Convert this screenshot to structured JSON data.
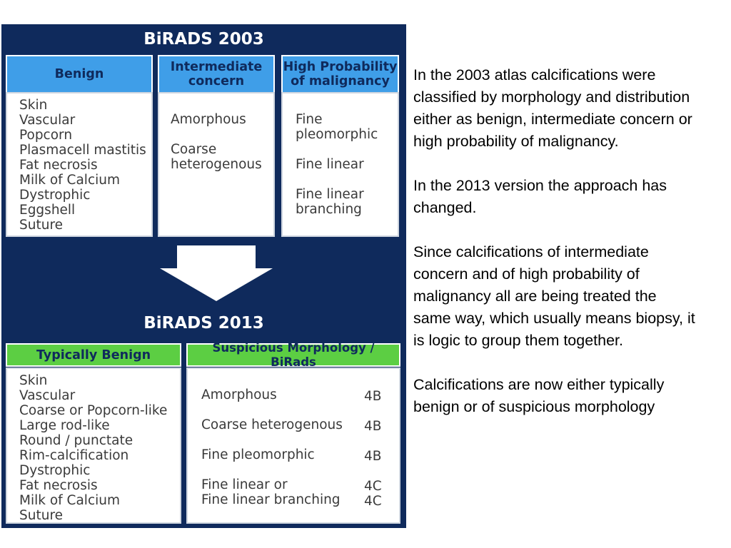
{
  "figure": {
    "title_2003": "BiRADS 2003",
    "title_2013": "BiRADS 2013",
    "colors": {
      "background": "#0f2a5c",
      "header_2003": "#3f9ee8",
      "header_2013": "#5cce43",
      "arrow": "#ffffff"
    },
    "columns_2003": [
      {
        "header_lines": [
          "Benign"
        ],
        "items": [
          [
            "Skin"
          ],
          [
            "Vascular"
          ],
          [
            "Popcorn"
          ],
          [
            "Plasmacell mastitis"
          ],
          [
            "Fat necrosis"
          ],
          [
            "Milk of Calcium"
          ],
          [
            "Dystrophic"
          ],
          [
            "Eggshell"
          ],
          [
            "Suture"
          ]
        ]
      },
      {
        "header_lines": [
          "Intermediate",
          "concern"
        ],
        "items": [
          [
            "Amorphous"
          ],
          [
            "Coarse",
            "heterogenous"
          ]
        ]
      },
      {
        "header_lines": [
          "High Probability",
          "of malignancy"
        ],
        "items": [
          [
            "Fine",
            "pleomorphic"
          ],
          [
            "Fine linear"
          ],
          [
            "Fine linear",
            "branching"
          ]
        ]
      }
    ],
    "columns_2013": [
      {
        "header": "Typically Benign",
        "items": [
          "Skin",
          "Vascular",
          "Coarse or Popcorn-like",
          "Large rod-like",
          "Round / punctate",
          "Rim-calcification",
          "Dystrophic",
          "Fat necrosis",
          "Milk of Calcium",
          "Suture"
        ]
      },
      {
        "header": "Suspicious Morphology / BiRads",
        "rows": [
          {
            "name_lines": [
              "Amorphous"
            ],
            "category_lines": [
              "4B"
            ]
          },
          {
            "name_lines": [
              "Coarse heterogenous"
            ],
            "category_lines": [
              "4B"
            ]
          },
          {
            "name_lines": [
              "Fine pleomorphic"
            ],
            "category_lines": [
              "4B"
            ]
          },
          {
            "name_lines": [
              "Fine linear or",
              "Fine linear branching"
            ],
            "category_lines": [
              "4C",
              "4C"
            ]
          }
        ]
      }
    ]
  },
  "text_panel": {
    "paragraphs": [
      [
        "In the 2003 atlas calcifications were",
        "classified by morphology and distribution",
        "either as benign, intermediate concern or",
        "high probability of malignancy."
      ],
      [
        "In the 2013 version the approach has",
        "changed."
      ],
      [
        "Since calcifications of intermediate",
        "concern and of high probability of",
        "malignancy all are being treated the",
        "same way, which usually means biopsy, it",
        "is logic to group them together."
      ],
      [
        "Calcifications are now either typically",
        "benign or of suspicious morphology"
      ]
    ]
  }
}
